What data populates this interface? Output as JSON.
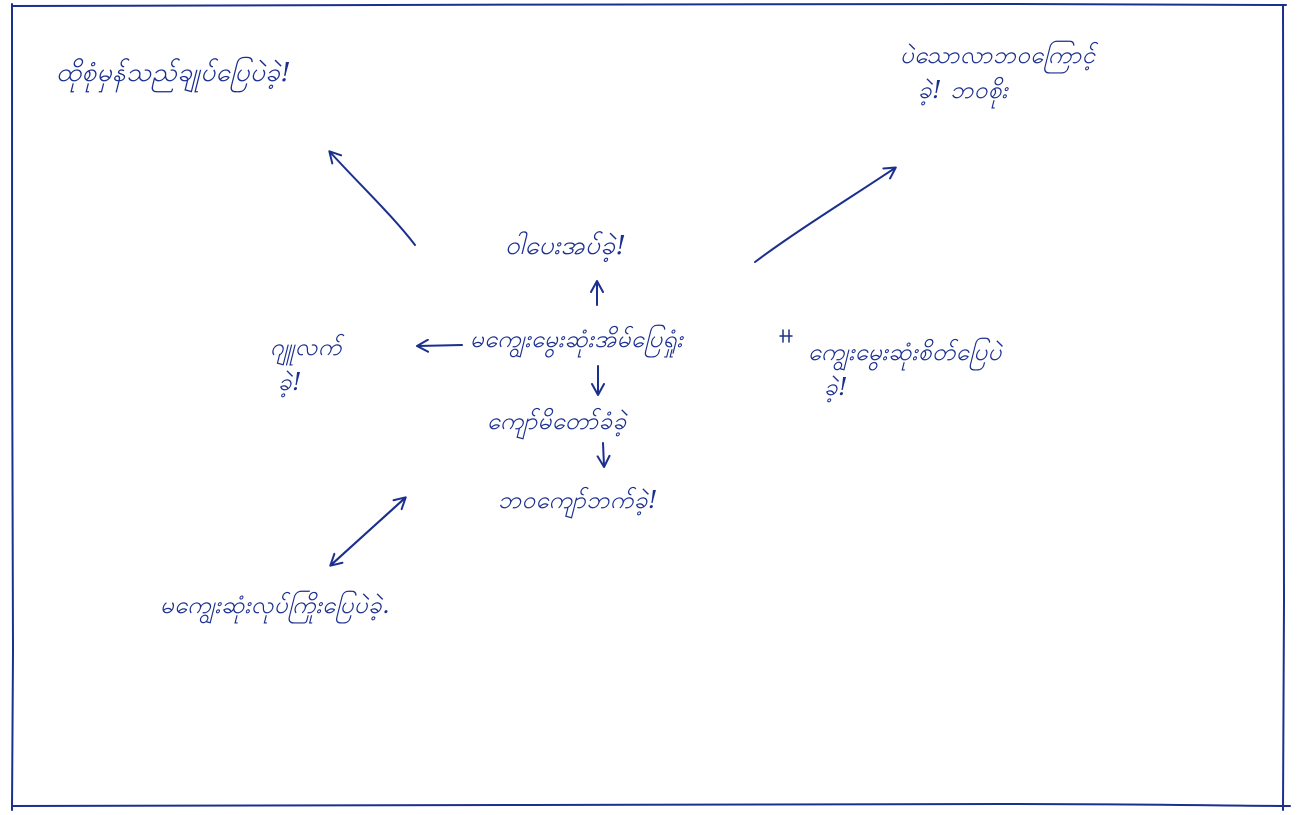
{
  "colors": {
    "ink": "#1b2f8f",
    "paper": "#ffffff"
  },
  "nodes": {
    "center": "မကျွေးမွေးဆုံးအိမ်ပြေရှုံး",
    "top": "ဝါပေးအပ်ခဲ့!",
    "left": [
      "ဂျူလက်",
      "ခဲ့!"
    ],
    "right": [
      "ကျွေးမွေးဆုံးစိတ်ပြေပဲ",
      "ခဲ့!"
    ],
    "below_center": "ကျော်မိတော်ခံခဲ့",
    "bottom_center": "ဘဝကျော်ဘက်ခဲ့!",
    "top_left": "ထိုစုံမှန်သည်ချုပ်ပြေပဲခဲ့!",
    "top_right": [
      "ပဲသောလာဘဝကြောင့်",
      "ခဲ့! ဘဝစိုး"
    ],
    "bottom_left": "မကျွေးဆုံးလုပ်ကြိုးပြေပဲခဲ့."
  }
}
